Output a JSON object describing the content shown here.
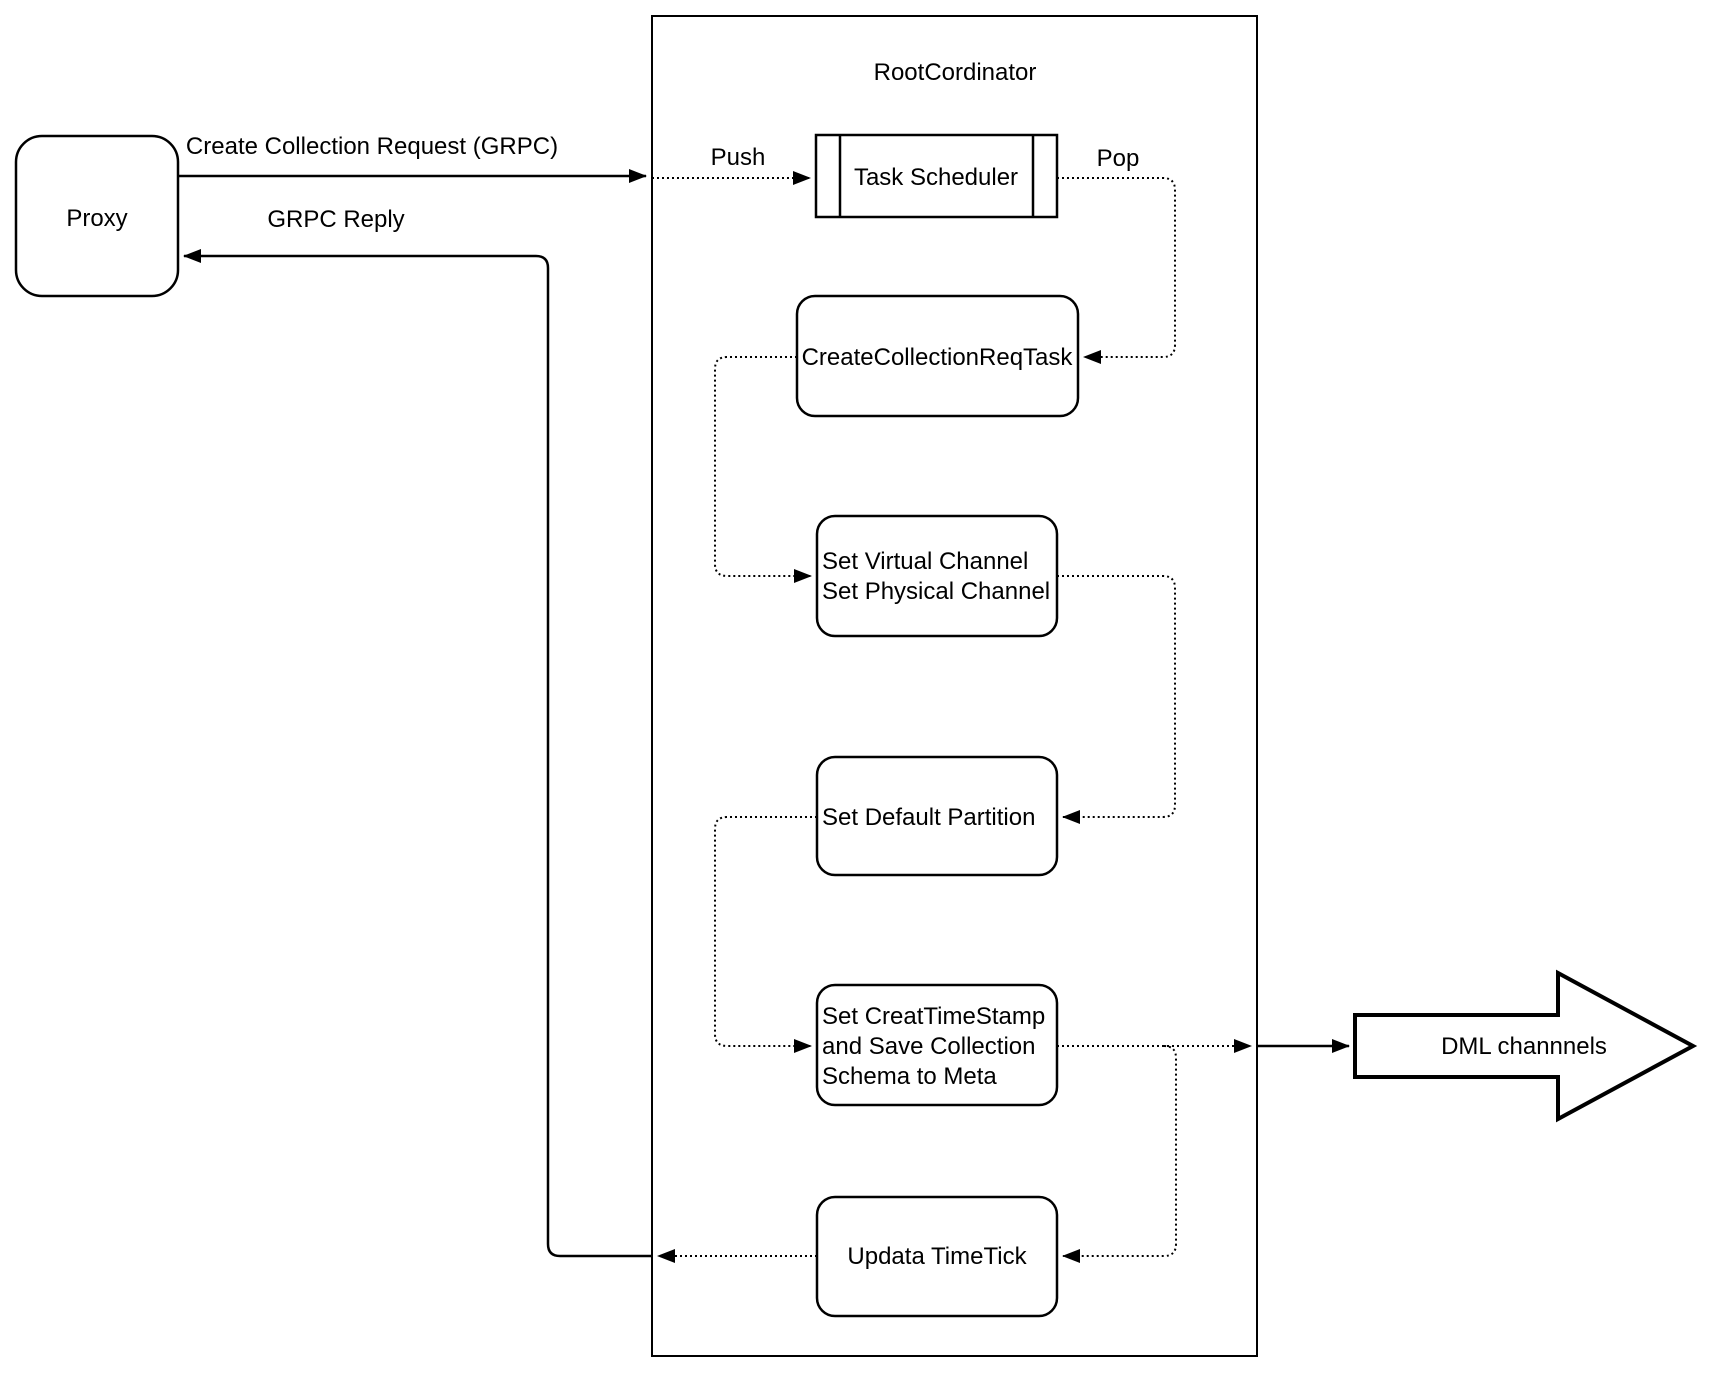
{
  "diagram": {
    "container_title": "RootCordinator",
    "nodes": {
      "proxy": {
        "label": "Proxy"
      },
      "task_scheduler": {
        "label": "Task Scheduler"
      },
      "create_collection_req_task": {
        "label": "CreateCollectionReqTask"
      },
      "set_virtual_channel": {
        "line1": "Set Virtual Channel",
        "line2": "Set Physical Channel"
      },
      "set_default_partition": {
        "label": "Set Default Partition"
      },
      "set_creat_timestamp": {
        "line1": "Set CreatTimeStamp",
        "line2": "and Save Collection",
        "line3": "Schema to Meta"
      },
      "updata_timetick": {
        "label": "Updata TimeTick"
      },
      "dml_channels": {
        "label": "DML channnels"
      }
    },
    "edges": {
      "create_collection_request": "Create Collection Request (GRPC)",
      "grpc_reply": "GRPC Reply",
      "push": "Push",
      "pop": "Pop"
    },
    "colors": {
      "stroke": "#000000",
      "background": "#ffffff"
    }
  }
}
